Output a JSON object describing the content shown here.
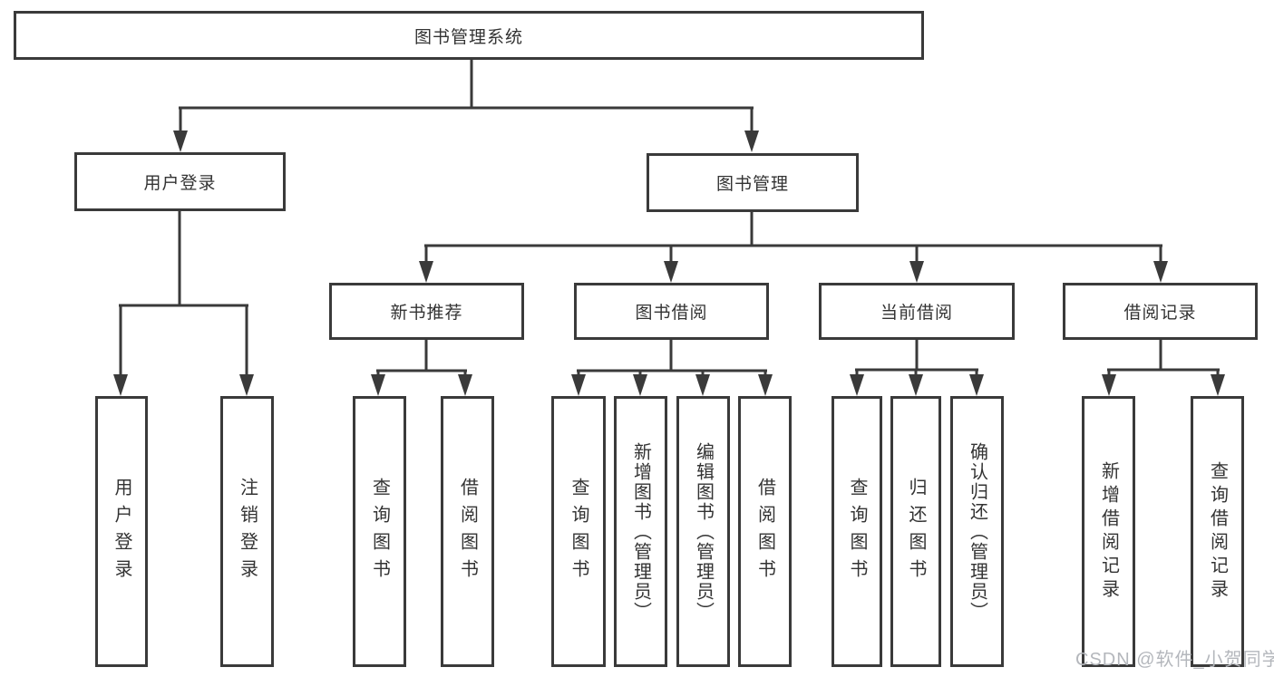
{
  "title": {
    "label": "图书管理系统"
  },
  "level2": [
    {
      "label": "用户登录"
    },
    {
      "label": "图书管理"
    }
  ],
  "level3": [
    {
      "label": "新书推荐"
    },
    {
      "label": "图书借阅"
    },
    {
      "label": "当前借阅"
    },
    {
      "label": "借阅记录"
    }
  ],
  "leaves": [
    {
      "label": "用户登录"
    },
    {
      "label": "注销登录"
    },
    {
      "label": "查询图书"
    },
    {
      "label": "借阅图书"
    },
    {
      "label": "查询图书"
    },
    {
      "label": "新增图书（管理员）"
    },
    {
      "label": "编辑图书（管理员）"
    },
    {
      "label": "借阅图书"
    },
    {
      "label": "查询图书"
    },
    {
      "label": "归还图书"
    },
    {
      "label": "确认归还（管理员）"
    },
    {
      "label": "新增借阅记录"
    },
    {
      "label": "查询借阅记录"
    }
  ],
  "watermark": {
    "text": "CSDN @软件_小贺同学"
  },
  "colors": {
    "line": "#3a3a3a",
    "text": "#333333",
    "watermark": "#b4b7bc",
    "background": "#ffffff"
  }
}
